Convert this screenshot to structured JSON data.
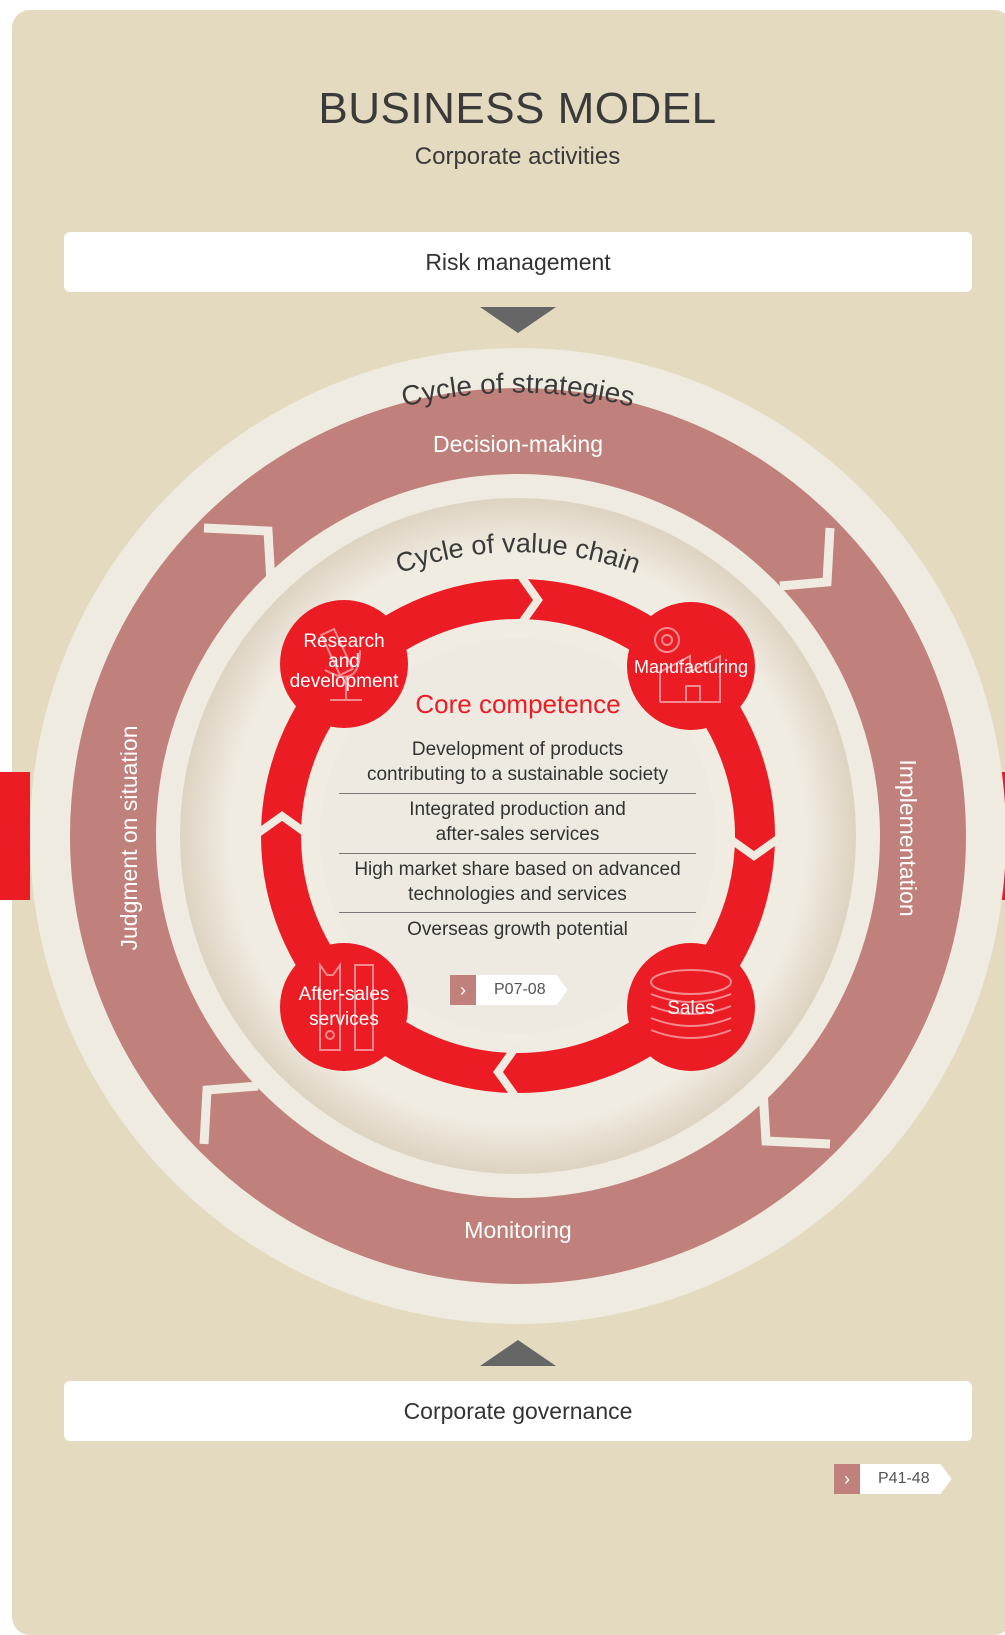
{
  "header": {
    "title": "BUSINESS MODEL",
    "subtitle": "Corporate activities"
  },
  "top_bar": {
    "label": "Risk management"
  },
  "bottom_bar": {
    "label": "Corporate governance"
  },
  "outer_cycle": {
    "title": "Cycle of strategies",
    "stages": {
      "top": "Decision-making",
      "right": "Implementation",
      "bottom": "Monitoring",
      "left": "Judgment on situation"
    }
  },
  "inner_cycle": {
    "title": "Cycle of value chain",
    "nodes": {
      "research_line1": "Research",
      "research_line2": "and",
      "research_line3": "development",
      "manufacturing": "Manufacturing",
      "sales": "Sales",
      "aftersales_line1": "After-sales",
      "aftersales_line2": "services"
    }
  },
  "core": {
    "title": "Core competence",
    "items": [
      [
        "Development of products",
        "contributing to a sustainable society"
      ],
      [
        "Integrated production and",
        "after-sales services"
      ],
      [
        "High market share based on advanced",
        "technologies and services"
      ],
      [
        "Overseas growth potential"
      ]
    ],
    "page_ref": "P07-08"
  },
  "footer_page_ref": "P41-48",
  "colors": {
    "background": "#e4dabf",
    "outer_ring": "#c0807b",
    "accent_red": "#ec1c24",
    "cream": "#f0ebe1",
    "arrow_gray": "#666666"
  },
  "icons": [
    "chevron-right-icon",
    "microscope-icon",
    "factory-gear-icon",
    "coins-stack-icon",
    "tools-icon"
  ]
}
